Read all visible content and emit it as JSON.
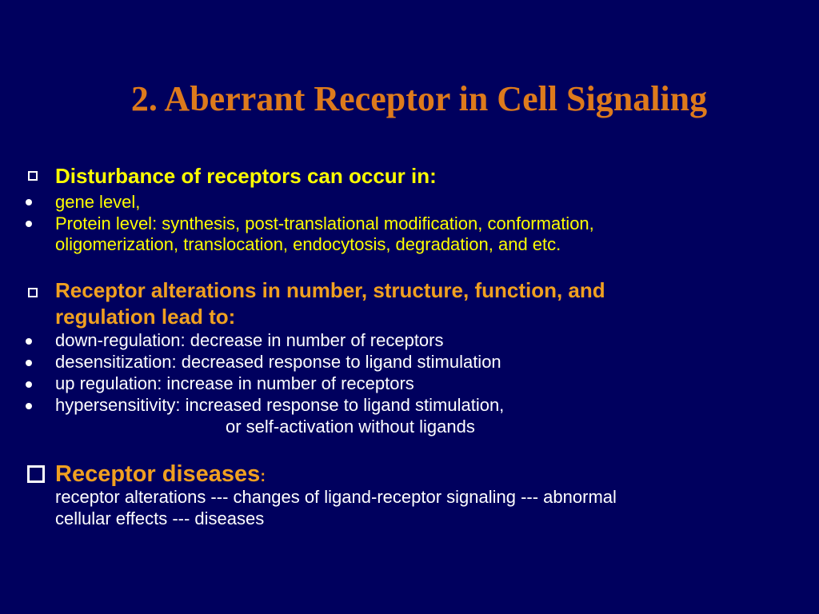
{
  "slide": {
    "title": "2. Aberrant Receptor in Cell Signaling",
    "section1": {
      "heading": "Disturbance of receptors can occur in:",
      "bullets": [
        "gene level,",
        "Protein level: synthesis, post-translational modification, conformation,",
        "oligomerization, translocation, endocytosis, degradation, and etc."
      ]
    },
    "section2": {
      "heading_line1": "Receptor alterations in number, structure, function, and",
      "heading_line2": "regulation lead to:",
      "bullets": [
        "down-regulation: decrease in number of receptors",
        "desensitization: decreased response to ligand stimulation",
        "up regulation: increase in number of receptors",
        "hypersensitivity: increased response to ligand stimulation,",
        "or self-activation without ligands"
      ]
    },
    "section3": {
      "heading": "Receptor diseases",
      "heading_colon": ":",
      "body_line1": "receptor alterations --- changes of ligand-receptor signaling --- abnormal",
      "body_line2": "cellular effects --- diseases"
    }
  }
}
